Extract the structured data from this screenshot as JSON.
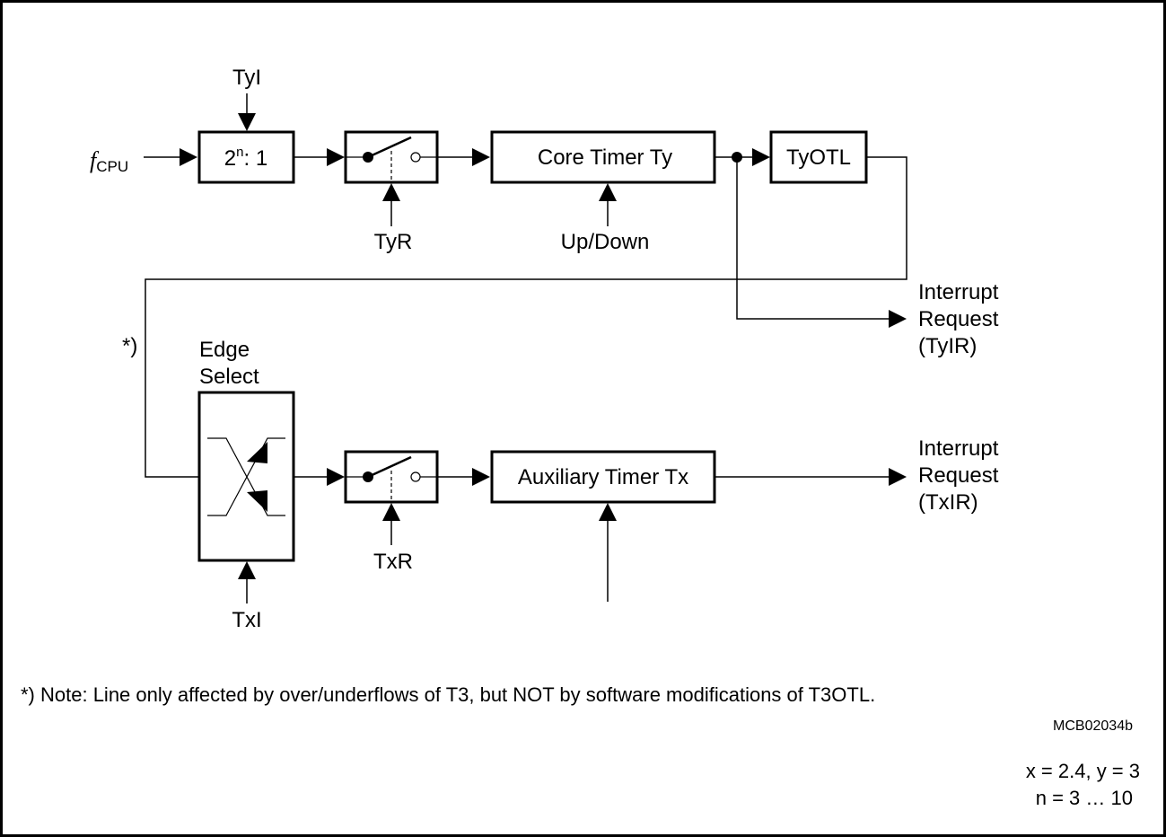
{
  "labels": {
    "tyi": "TyI",
    "fcpu_f": "f",
    "fcpu_sub": "CPU",
    "prescaler_base": "2",
    "prescaler_sup": "n",
    "prescaler_rest": ": 1",
    "tyr": "TyR",
    "core_timer": "Core Timer Ty",
    "up_down": "Up/Down",
    "tyotl": "TyOTL",
    "int_ty_1": "Interrupt",
    "int_ty_2": "Request",
    "int_ty_3": "(TyIR)",
    "star": "*)",
    "edge_1": "Edge",
    "edge_2": "Select",
    "aux_timer": "Auxiliary Timer Tx",
    "int_tx_1": "Interrupt",
    "int_tx_2": "Request",
    "int_tx_3": "(TxIR)",
    "txr": "TxR",
    "txi": "TxI"
  },
  "note": "*) Note: Line only affected by over/underflows of T3, but NOT by software modifications of T3OTL.",
  "figure_id": "MCB02034b",
  "params_1": "x = 2.4, y = 3",
  "params_2": "n = 3 … 10"
}
